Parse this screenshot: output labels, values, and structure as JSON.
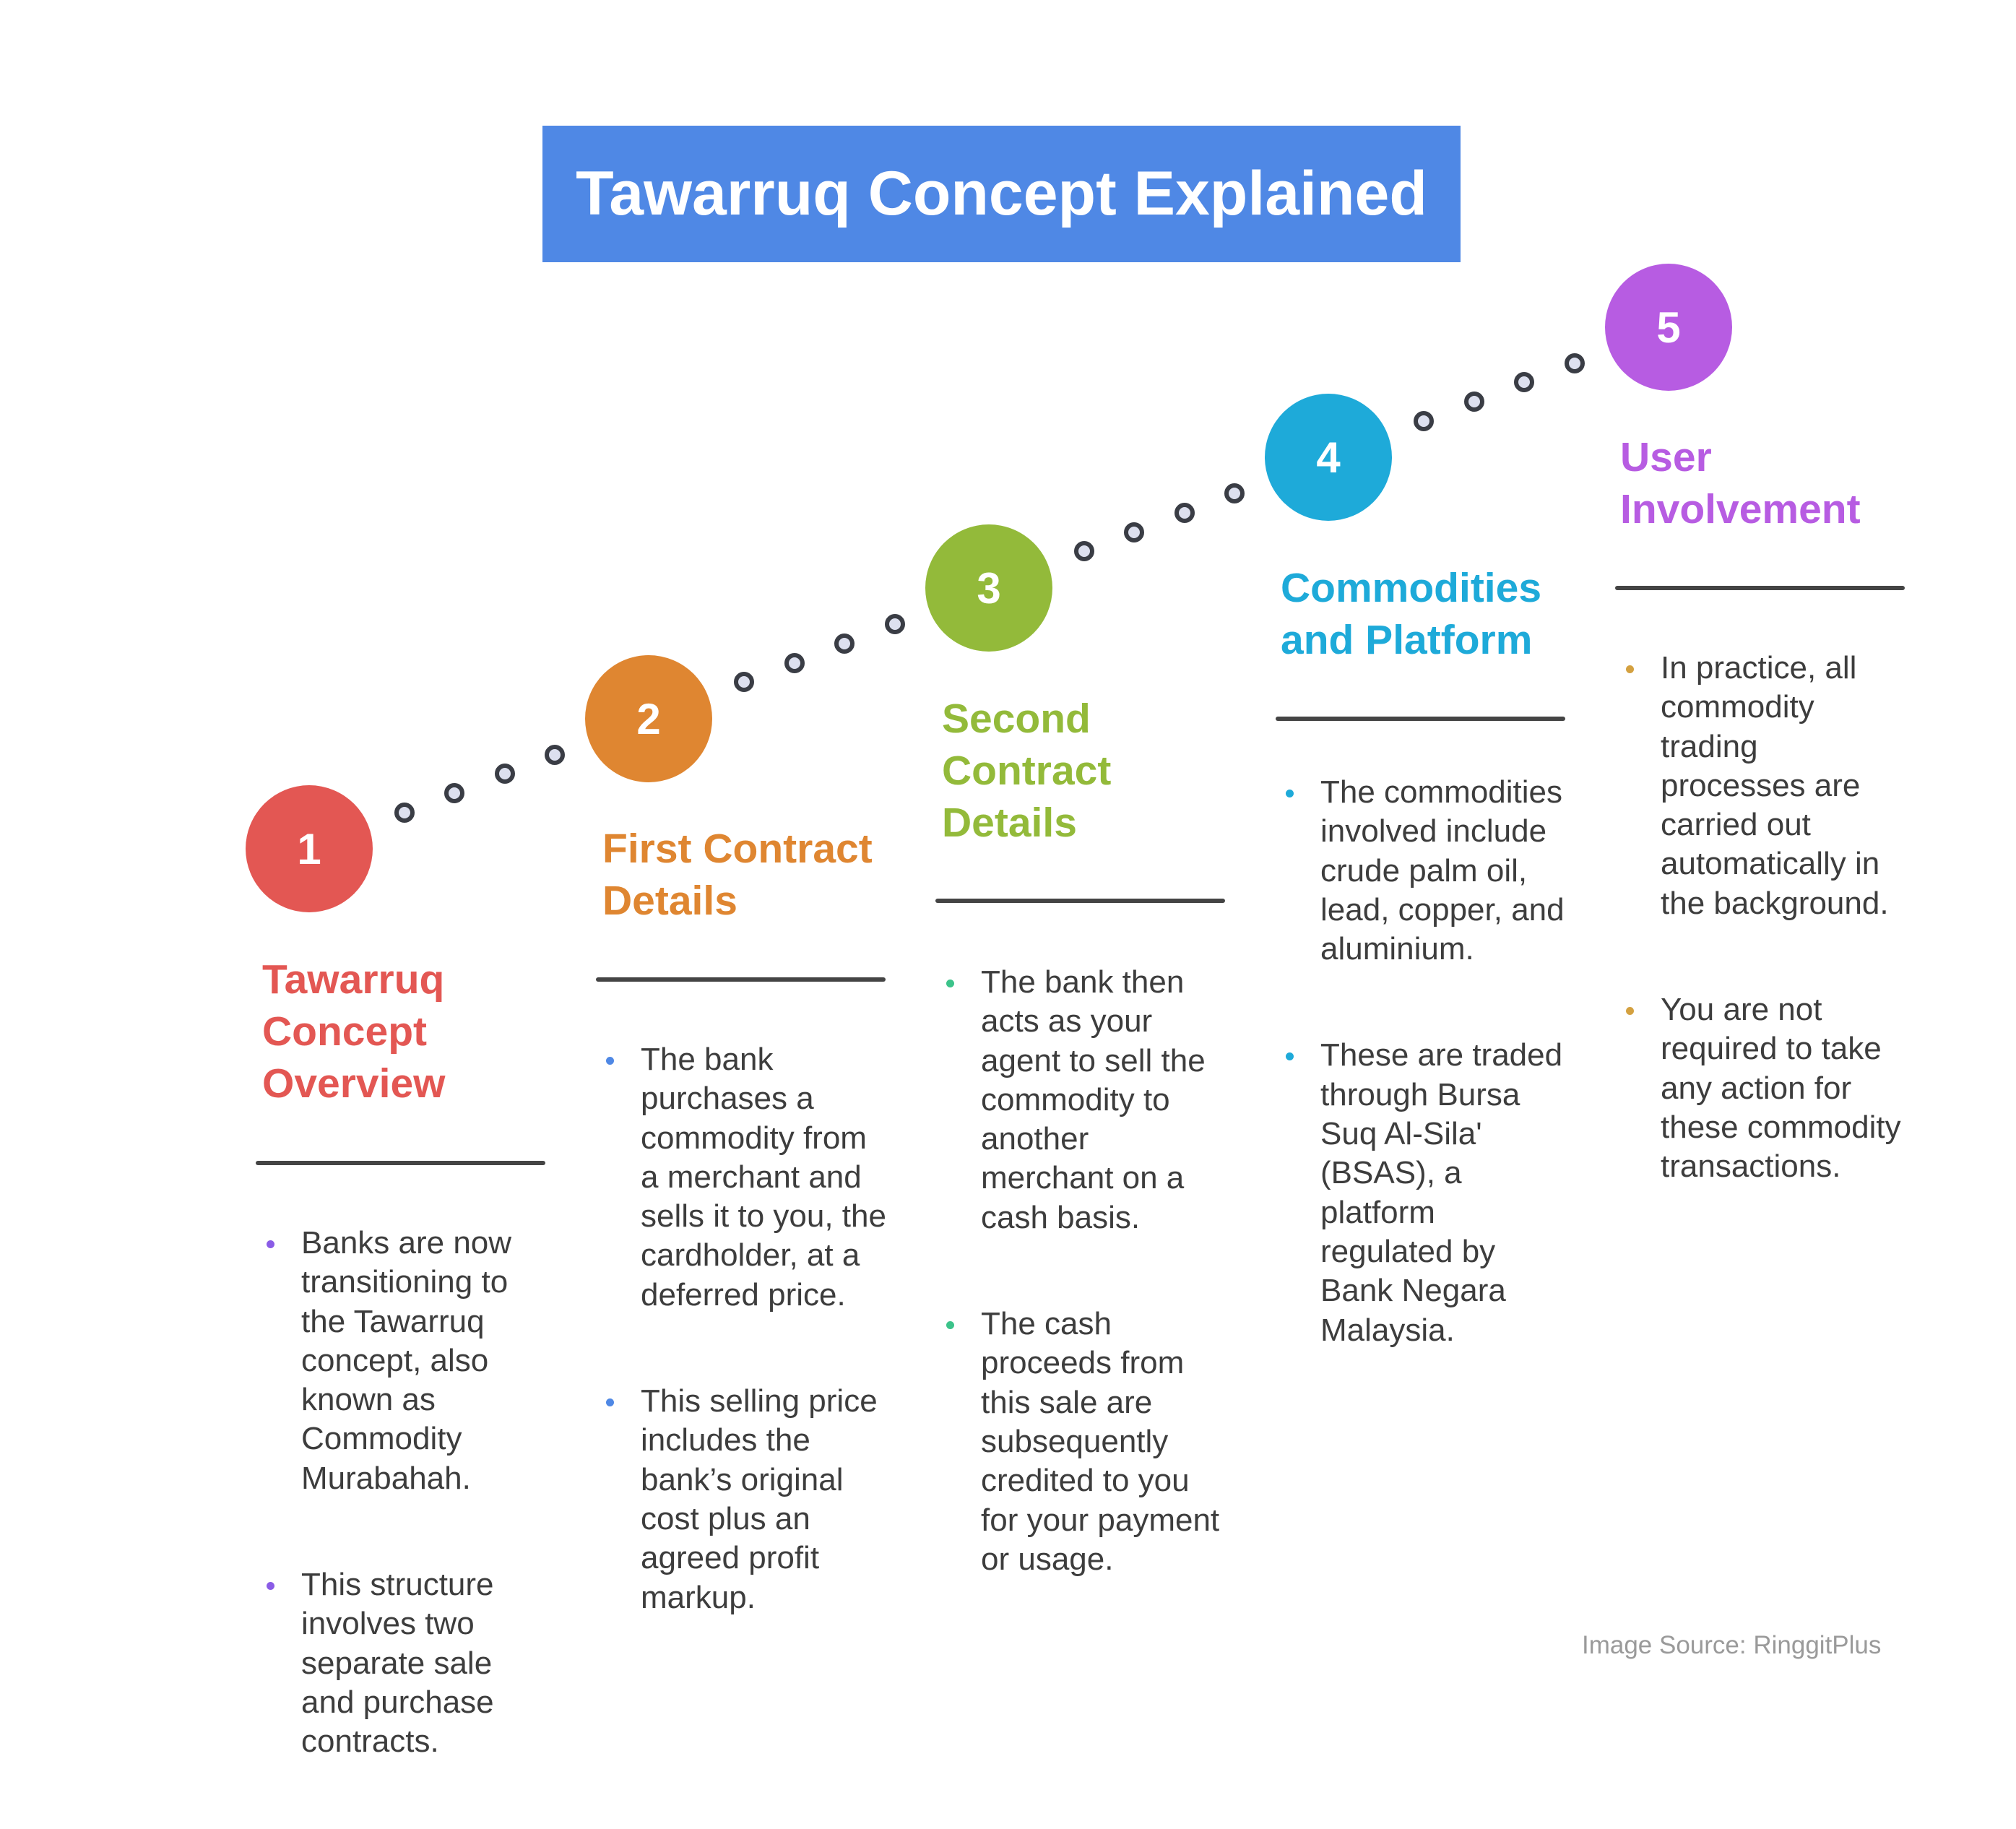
{
  "title": "Tawarruq Concept Explained",
  "steps": [
    {
      "number": "1",
      "heading": "Tawarruq Concept Overview",
      "color": "#E35753",
      "bullet_color": "#8A5CE6",
      "points": [
        "Banks are now transitioning to the Tawarruq concept, also known as Commodity Murabahah.",
        "This structure involves two separate sale and purchase contracts."
      ]
    },
    {
      "number": "2",
      "heading": "First Contract Details",
      "color": "#DF8631",
      "bullet_color": "#4F88E5",
      "points": [
        "The bank purchases a commodity from a merchant and sells it to you, the cardholder, at a deferred price.",
        "This selling price includes the bank’s original cost plus an agreed profit markup."
      ]
    },
    {
      "number": "3",
      "heading": "Second Contract Details",
      "color": "#93BA3A",
      "bullet_color": "#3CC38A",
      "points": [
        "The bank then acts as your agent to sell the commodity to another merchant on a cash basis.",
        "The cash proceeds from this sale are subsequently credited to you for your payment or usage."
      ]
    },
    {
      "number": "4",
      "heading": "Commodities and Platform",
      "color": "#1EAAD9",
      "bullet_color": "#1EAAD9",
      "points": [
        "The commodities involved include crude palm oil, lead, copper, and aluminium.",
        "These are traded through Bursa Suq Al-Sila' (BSAS), a platform regulated by Bank Negara Malaysia."
      ]
    },
    {
      "number": "5",
      "heading": "User Involvement",
      "color": "#B75CE2",
      "bullet_color": "#D4A140",
      "points": [
        "In practice, all commodity trading processes are carried out automatically in the background.",
        "You are not required to take any action for these commodity transactions."
      ]
    }
  ],
  "source": "Image Source: RinggitPlus"
}
